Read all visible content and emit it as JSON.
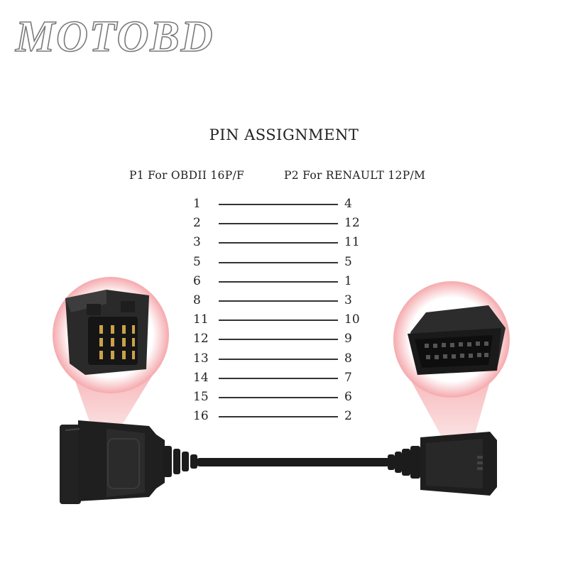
{
  "logo": {
    "text": "MOTOBD"
  },
  "diagram": {
    "title": "PIN ASSIGNMENT",
    "left_header": "P1 For OBDII 16P/F",
    "right_header": "P2 For RENAULT 12P/M",
    "connections": [
      {
        "p1": "1",
        "p2": "4"
      },
      {
        "p1": "2",
        "p2": "12"
      },
      {
        "p1": "3",
        "p2": "11"
      },
      {
        "p1": "5",
        "p2": "5"
      },
      {
        "p1": "6",
        "p2": "1"
      },
      {
        "p1": "8",
        "p2": "3"
      },
      {
        "p1": "11",
        "p2": "10"
      },
      {
        "p1": "12",
        "p2": "9"
      },
      {
        "p1": "13",
        "p2": "8"
      },
      {
        "p1": "14",
        "p2": "7"
      },
      {
        "p1": "15",
        "p2": "6"
      },
      {
        "p1": "16",
        "p2": "2"
      }
    ]
  },
  "colors": {
    "background": "#ffffff",
    "cable": "#1c1c1c",
    "highlight": "#f7b9bb",
    "text": "#222222"
  }
}
